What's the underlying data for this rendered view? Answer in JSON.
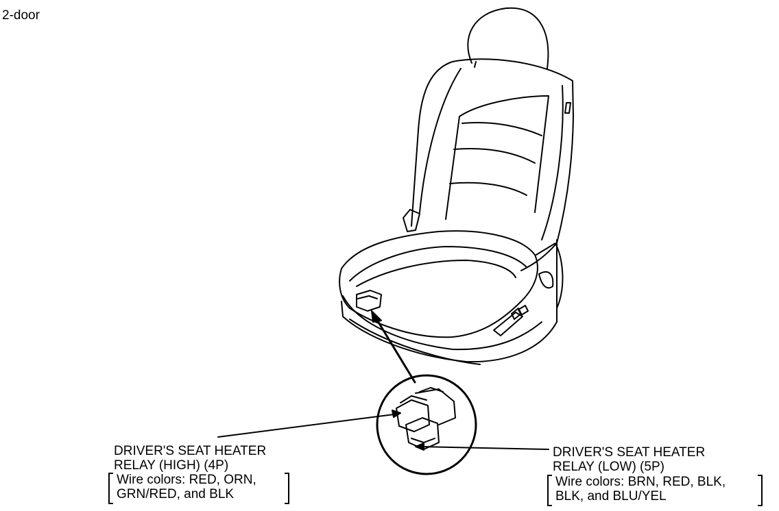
{
  "header": {
    "variant": "2-door"
  },
  "callouts": {
    "high": {
      "title_line1": "DRIVER'S SEAT HEATER",
      "title_line2": "RELAY (HIGH) (4P)",
      "wire_line1": "Wire colors: RED, ORN,",
      "wire_line2": "GRN/RED, and BLK"
    },
    "low": {
      "title_line1": "DRIVER'S SEAT HEATER",
      "title_line2": "RELAY (LOW) (5P)",
      "wire_line1": "Wire colors: BRN, RED, BLK,",
      "wire_line2": "BLK, and BLU/YEL"
    }
  }
}
